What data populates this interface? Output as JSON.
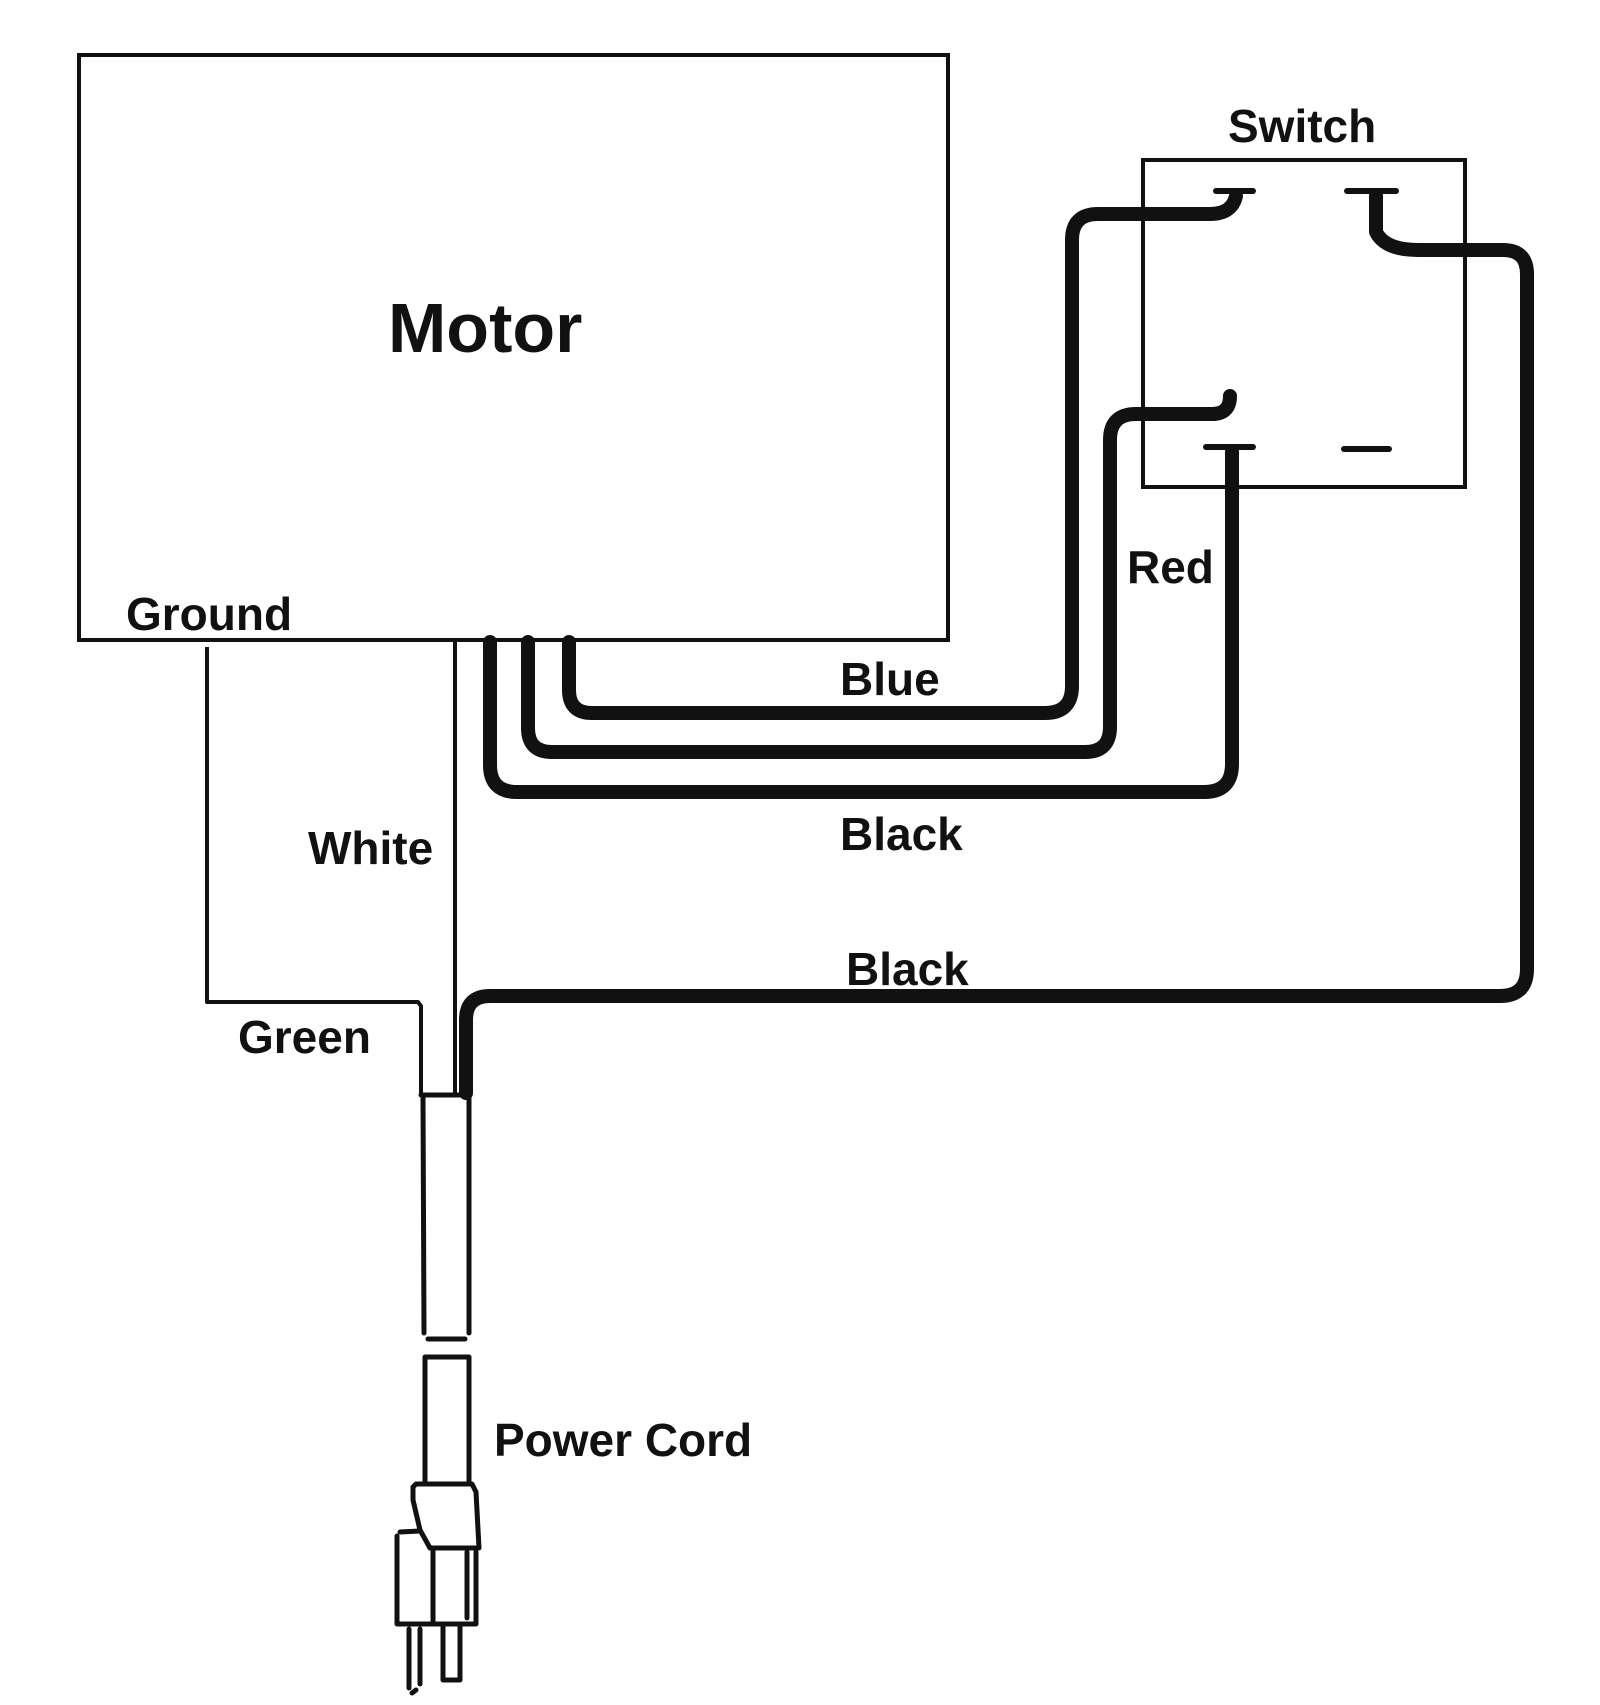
{
  "diagram": {
    "type": "wiring-diagram",
    "components": {
      "motor": {
        "label": "Motor"
      },
      "switch": {
        "label": "Switch"
      },
      "power_cord": {
        "label": "Power Cord"
      }
    },
    "labels": {
      "ground": "Ground",
      "white": "White",
      "green": "Green",
      "blue": "Blue",
      "red": "Red",
      "black_motor": "Black",
      "black_line": "Black"
    },
    "wires": [
      {
        "name": "Ground",
        "from": "Motor",
        "to": "Power Cord",
        "color_label": "Green"
      },
      {
        "name": "White",
        "from": "Motor",
        "to": "Power Cord"
      },
      {
        "name": "Blue",
        "from": "Motor",
        "to": "Switch top-left terminal"
      },
      {
        "name": "Red",
        "from": "Motor",
        "to": "Switch lower-left terminal"
      },
      {
        "name": "Black",
        "from": "Motor",
        "to": "Switch bottom-left terminal"
      },
      {
        "name": "Black",
        "from": "Power Cord",
        "to": "Switch top-right terminal"
      }
    ],
    "colors": {
      "ink": "#111111",
      "background": "#ffffff"
    }
  }
}
